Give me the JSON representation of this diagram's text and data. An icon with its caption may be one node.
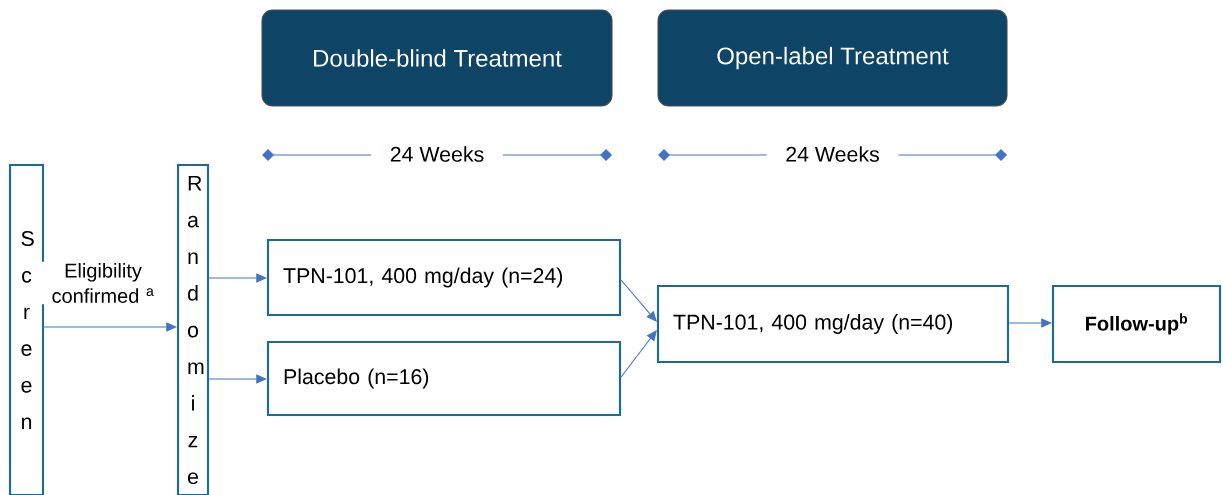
{
  "diagram": {
    "nodes": [
      {
        "text": [
          "Double-blind Treatment"
        ]
      },
      {
        "text": [
          "Open-label Treatment"
        ]
      },
      {
        "text": [
          "Screen"
        ]
      },
      {
        "text": [
          "Randomize"
        ]
      },
      {
        "text": [
          "TPN-101, 400 mg/day (n=24)"
        ]
      },
      {
        "text": [
          "Placebo (n=16)"
        ]
      },
      {
        "text": [
          "TPN-101, 400 mg/day (n=40)"
        ]
      },
      {
        "text": [
          "Follow-up$^{b}$"
        ]
      }
    ],
    "edges": [
      {
        "from": 2,
        "to": 3,
        "arrow": "to",
        "label": "Eligibility confirmed $^{a}$"
      },
      {
        "from": 3,
        "to": 4,
        "arrow": "to"
      },
      {
        "from": 3,
        "to": 5,
        "arrow": "to"
      },
      {
        "from": 4,
        "to": 6,
        "arrow": "to"
      },
      {
        "from": 5,
        "to": 6,
        "arrow": "to"
      },
      {
        "from": 6,
        "to": 7,
        "arrow": "to"
      }
    ],
    "labels": [
      "24 Weeks",
      "24 Weeks"
    ]
  }
}
